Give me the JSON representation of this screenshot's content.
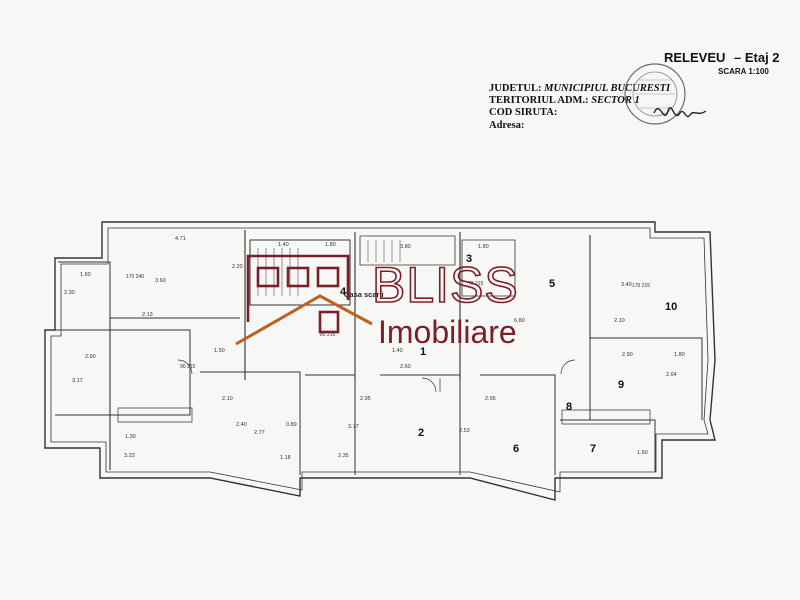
{
  "header": {
    "title": "RELEVEU",
    "level": "– Etaj 2",
    "scale": "SCARA 1:100",
    "fields": [
      {
        "label": "JUDETUL:",
        "value": "MUNICIPIUL BUCURESTI"
      },
      {
        "label": "TERITORIUL ADM.:",
        "value": "SECTOR 1"
      },
      {
        "label": "COD SIRUTA:",
        "value": ""
      },
      {
        "label": "Adresa:",
        "value": ""
      }
    ]
  },
  "watermark": {
    "brand": "BLISS",
    "sub": "Imobiliare",
    "color": "#c0601f",
    "frame_color": "#7a1f28"
  },
  "plan": {
    "stair_label": "Casa scarii",
    "rooms": [
      "1",
      "2",
      "3",
      "4",
      "5",
      "6",
      "7",
      "8",
      "9",
      "10"
    ],
    "dims": [
      "4.71",
      "1.40",
      "1.80",
      "3.80",
      "1.80",
      "2.20",
      "1.60",
      "3.60",
      "2.30",
      "2.13",
      "2.90",
      "3.17",
      "1.50",
      "2.60",
      "1.40",
      "2.95",
      "3.77",
      "2.10",
      "2.35",
      "2.40",
      "2.77",
      "0.89",
      "1.30",
      "3.23",
      "1.18",
      "1.60",
      "2.53",
      "2.64",
      "2.90",
      "1.80",
      "2.10",
      "2.95",
      "3.40",
      "6.80"
    ],
    "doors": [
      "90 215",
      "170 240",
      "80 215",
      "70 215",
      "170 215"
    ]
  }
}
